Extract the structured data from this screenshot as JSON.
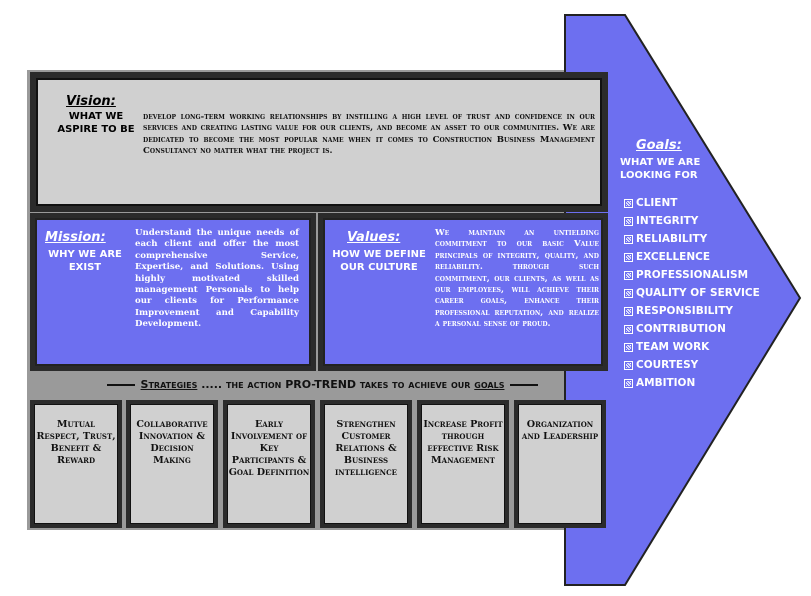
{
  "vision": {
    "heading": "Vision:",
    "subtitle": "WHAT WE ASPIRE TO BE",
    "text": "develop long-term working relationships by instilling a high level of trust and confidence in our services and creating lasting value for our clients, and become an asset to our communities. We are dedicated to become the most popular name when it comes to Construction Business Management Consultancy no matter what the project is."
  },
  "mission": {
    "heading": "Mission:",
    "subtitle": "WHY WE ARE Exist",
    "text": "Understand the unique needs of each client and offer the most comprehensive Service, Expertise, and Solutions. Using highly motivated skilled management Personals to help our clients for Performance Improvement and Capability Development."
  },
  "values": {
    "heading": "Values:",
    "subtitle": "HOW WE DEFINE OUR CULTURE",
    "text": "We maintain an untielding commitment to our basic Value principals of integrity, quality, and reliability. through such commitment, our clients, as well as our employees, will achieve their career goals, enhance their professional reputation, and realize a personal sense of proud."
  },
  "goals": {
    "heading": "Goals:",
    "subtitle": "WHAT WE ARE LOOKING FOR",
    "items": [
      "CLIENT",
      "INTEGRITY",
      "RELIABILITY",
      "EXCELLENCE",
      "PROFESSIONALISM",
      "QUALITY OF SERVICE",
      "RESPONSIBILITY",
      "CONTRIBUTION",
      "TEAM WORK",
      "COURTESY",
      "AMBITION"
    ]
  },
  "strategies": {
    "label": "Strategies",
    "dots": ".....",
    "middle": "the action PRO-TREND takes to achieve our",
    "tail": "goals",
    "boxes": [
      "Mutual Respect, Trust, Benefit & Reward",
      "Collaborative Innovation & Decision Making",
      "Early Involvement of Key Participants & Goal Definition",
      "Strengthen Customer Relations & Business intelligence",
      "Increase Profit through effective Risk Management",
      "Organization and Leadership"
    ]
  },
  "colors": {
    "accent": "#6d6ff0",
    "dark": "#2b2b2b",
    "gray": "#d0d0d0"
  }
}
